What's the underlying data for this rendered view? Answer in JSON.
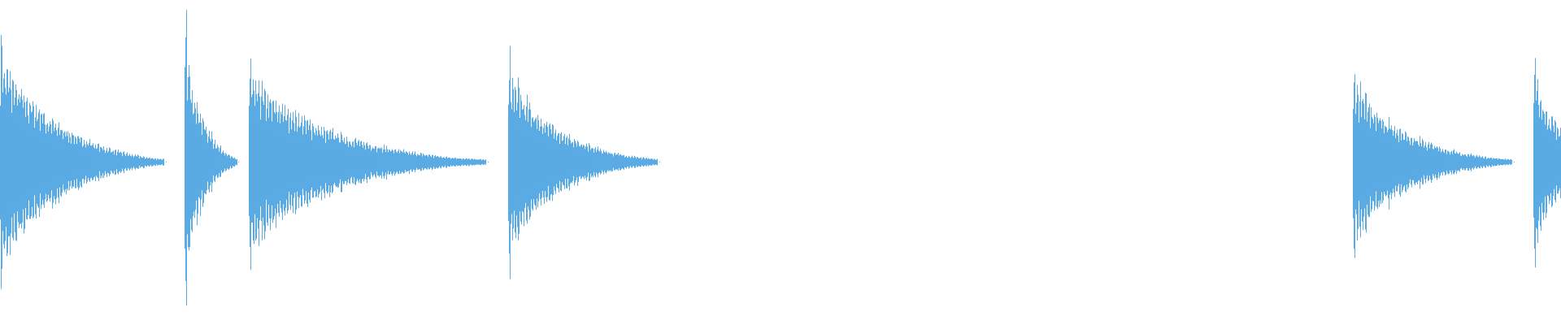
{
  "waveform": {
    "color": "#5aaae3",
    "background": "#ffffff",
    "hits": [
      {
        "time": 0.0,
        "peak": 0.49,
        "decay_length": 0.105,
        "sustain_level": 0.38
      },
      {
        "time": 0.118,
        "peak": 0.55,
        "decay_length": 0.034,
        "sustain_level": 0.4
      },
      {
        "time": 0.1595,
        "peak": 0.39,
        "decay_length": 0.152,
        "sustain_level": 0.32
      },
      {
        "time": 0.3255,
        "peak": 0.39,
        "decay_length": 0.096,
        "sustain_level": 0.22
      },
      {
        "time": 0.8665,
        "peak": 0.36,
        "decay_length": 0.102,
        "sustain_level": 0.22
      },
      {
        "time": 0.9825,
        "peak": 0.4,
        "decay_length": 0.05,
        "sustain_level": 0.3
      }
    ]
  }
}
